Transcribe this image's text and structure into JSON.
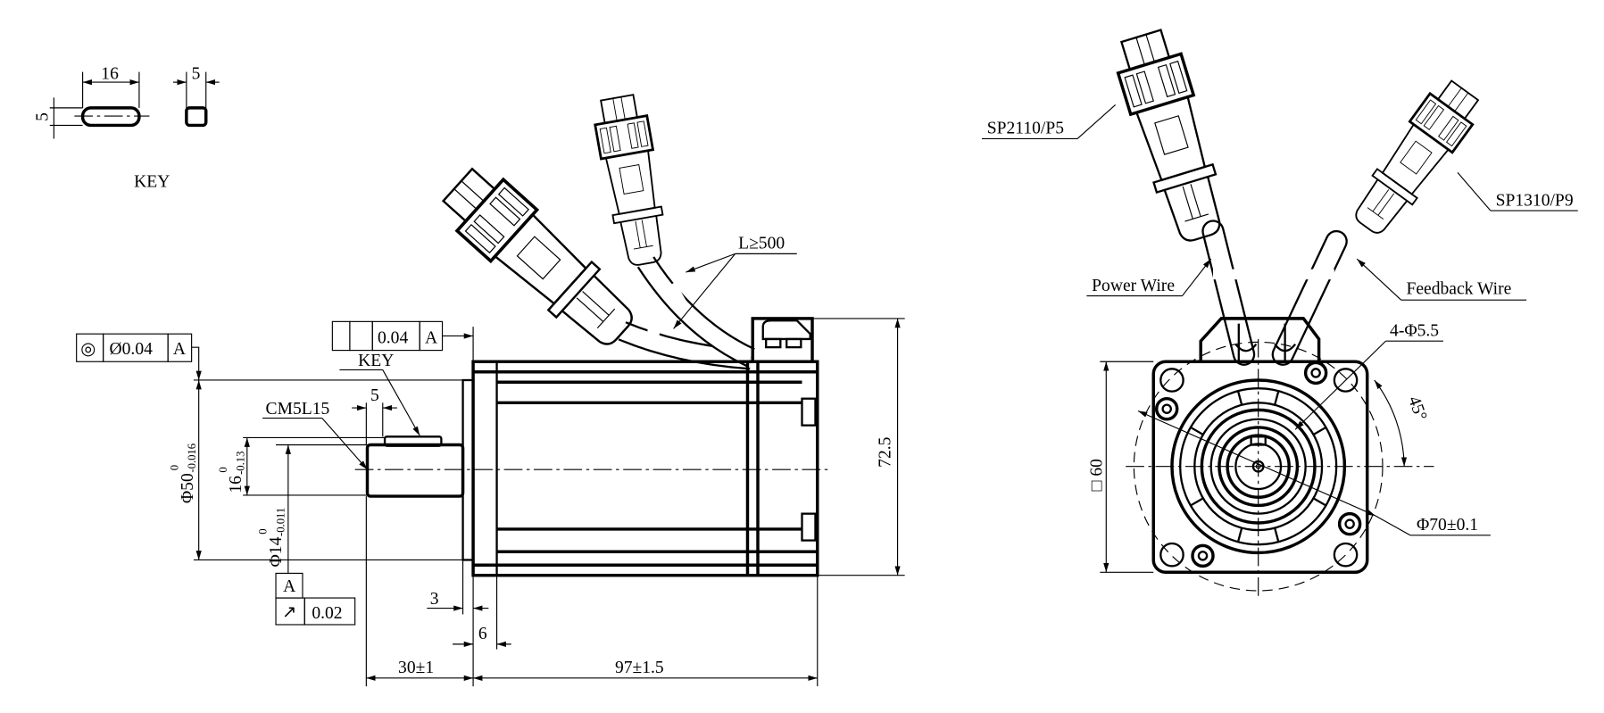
{
  "key_detail": {
    "width": "16",
    "height": "5",
    "thickness": "5",
    "label": "KEY"
  },
  "side_view": {
    "concentricity": {
      "symbol": "◎",
      "value": "Ø0.04",
      "datum": "A"
    },
    "key_tolerance": {
      "value": "0.04",
      "datum": "A"
    },
    "key_label": "KEY",
    "thread": "CM5L15",
    "key_width": "5",
    "d50": {
      "main": "Φ50",
      "upper": "0",
      "lower": "-0.016"
    },
    "h16": {
      "main": "16",
      "upper": "0",
      "lower": "-0.13"
    },
    "d14": {
      "main": "Φ14",
      "upper": "0",
      "lower": "-0.011"
    },
    "datum": "A",
    "runout": {
      "symbol": "↗",
      "value": "0.02"
    },
    "height": "72.5",
    "flange_thickness": "3",
    "pilot_depth": "6",
    "shaft_length": "30±1",
    "body_length": "97±1.5",
    "cable_length": "L≥500"
  },
  "front_view": {
    "power_connector": "SP2110/P5",
    "feedback_connector": "SP1310/P9",
    "power_wire": "Power Wire",
    "feedback_wire": "Feedback Wire",
    "mount_holes": "4-Φ5.5",
    "angle": "45°",
    "square": "□ 60",
    "pcd": "Φ70±0.1"
  }
}
